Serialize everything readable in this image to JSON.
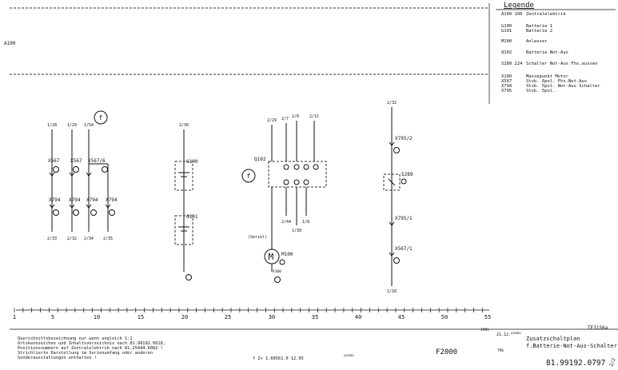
{
  "legend": {
    "title": "Legende",
    "rows": [
      {
        "code": "A100 100",
        "text": "Zentralelektrik"
      },
      {
        "code": "G100",
        "text": "Batterie 1"
      },
      {
        "code": "G101",
        "text": "Batterie 2"
      },
      {
        "code": "M100",
        "text": "Anlasser"
      },
      {
        "code": "Q102",
        "text": "Batterie Not-Aus"
      },
      {
        "code": "S289 224",
        "text": "Schalter Not-Aus Fhs.aussen"
      },
      {
        "code": "X100",
        "text": "Massepunkt Motor"
      },
      {
        "code": "X567",
        "text": "Stvb. 6pol. Fhs.Not-Aus"
      },
      {
        "code": "X794",
        "text": "Stvb. 5pol. Not-Aus Schalter"
      },
      {
        "code": "X795",
        "text": "Stvb. 5pol."
      }
    ]
  },
  "header_ref": "A100",
  "components": {
    "q102": "Q102",
    "g100": "G100",
    "g101": "G101",
    "m100_letter": "M",
    "m100": "M100",
    "s289": "S289",
    "x567_left": "X567",
    "x567_6": "X567/6",
    "x794": "X794",
    "x795_2": "X795/2",
    "x795_1": "X795/1",
    "x567_1": "X567/1",
    "x100": "X100",
    "f_mark": "f"
  },
  "refs": {
    "top_a": "1/28",
    "top_b": "1/29",
    "top_c": "1/54",
    "bot_a": "2/33",
    "bot_b": "2/32",
    "bot_c": "2/34",
    "bot_d": "2/35",
    "top_bat": "2/30",
    "top_q1": "2/29",
    "top_q2": "2/7",
    "top_q3": "2/8",
    "top_q4": "2/11",
    "bot_q1": "2/44",
    "bot_q2": "1/30",
    "bot_q3": "1/8",
    "top_sw": "2/32",
    "bot_sw": "1/18",
    "serial": "(Seriel)"
  },
  "ruler": {
    "labels": [
      "1",
      "5",
      "10",
      "15",
      "20",
      "25",
      "30",
      "35",
      "40",
      "45",
      "50",
      "55"
    ]
  },
  "footer": {
    "notes": [
      "Querschnittsbezeichnung nur wenn ungleich 1:1",
      "Ortskennzeichen und Inhaltsverzeichnis nach 81.99192.0618,",
      "Positionsnummern auf Zentralelektrik nach 81.25444.6082 !",
      "Strichlierte Darstellung im Serienumfang oder anderen",
      "Sonderausstattungen enthalten !"
    ],
    "revision": "f  Z+ 1.60561.0 12.95",
    "revision_sup": "AJEBD1",
    "model": "F2000",
    "year": "1995",
    "date": "21.12.",
    "date_sup": "AJEBD1",
    "dept": "TMG",
    "title_line1": "Zusatzschaltplan",
    "title_line2": "f.Batterie-Not-Aus-Schalter",
    "part_number": "81.99192.0797",
    "sheet": "2/2",
    "doc_code": "TE3156a"
  }
}
